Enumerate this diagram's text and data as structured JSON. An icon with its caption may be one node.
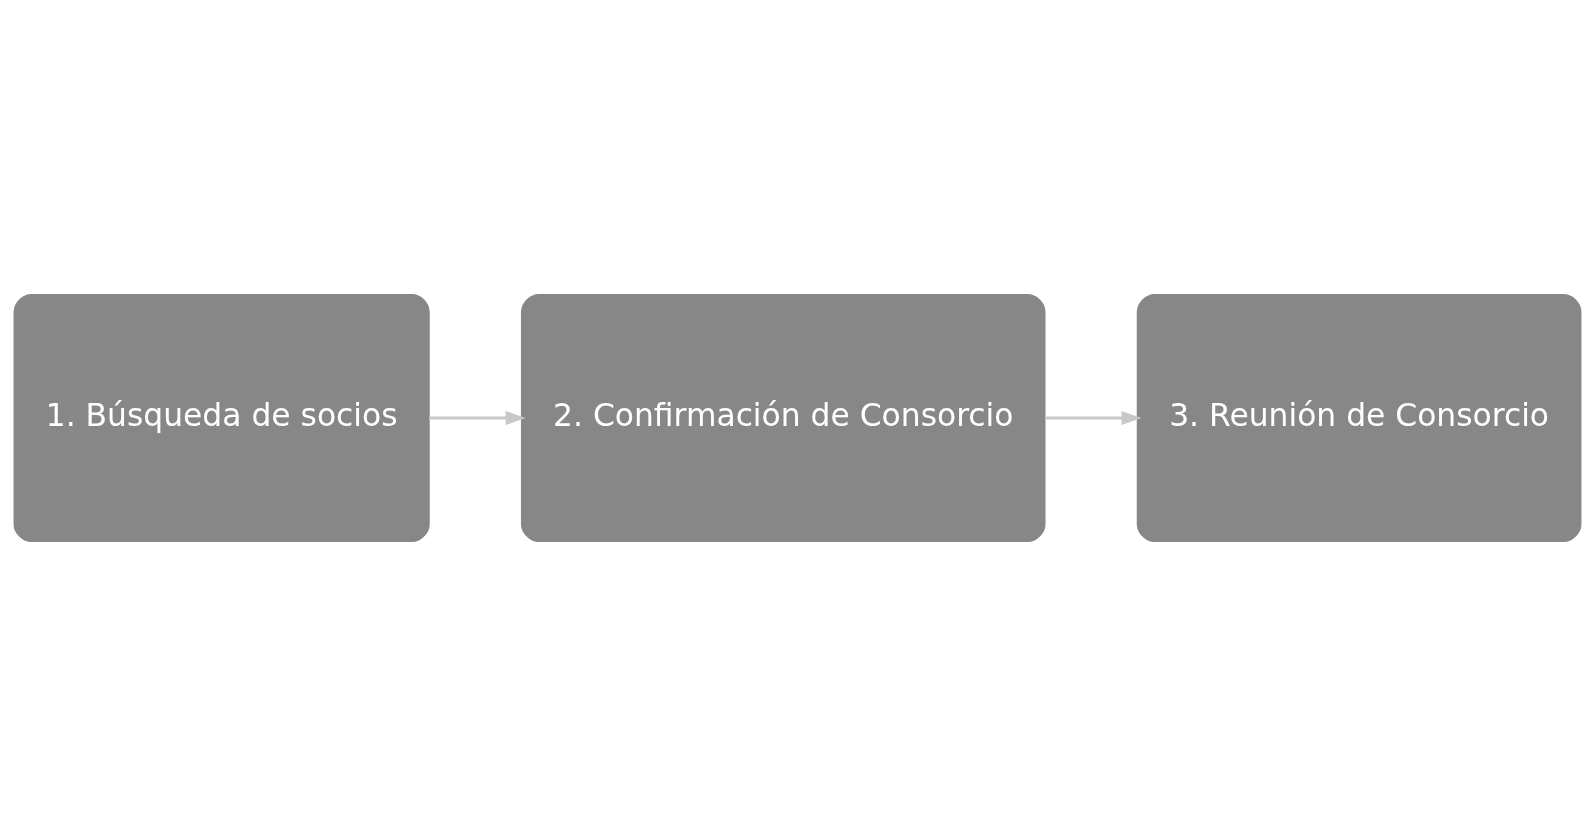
{
  "diagram": {
    "nodes": [
      {
        "text": [
          "1. Búsqueda de socios"
        ]
      },
      {
        "text": [
          "2. Confirmación de Consorcio"
        ]
      },
      {
        "text": [
          "3. Reunión de Consorcio"
        ]
      }
    ],
    "edges": [
      {
        "from": 0,
        "to": 1,
        "arrow": "to"
      },
      {
        "from": 1,
        "to": 2,
        "arrow": "to"
      }
    ]
  }
}
